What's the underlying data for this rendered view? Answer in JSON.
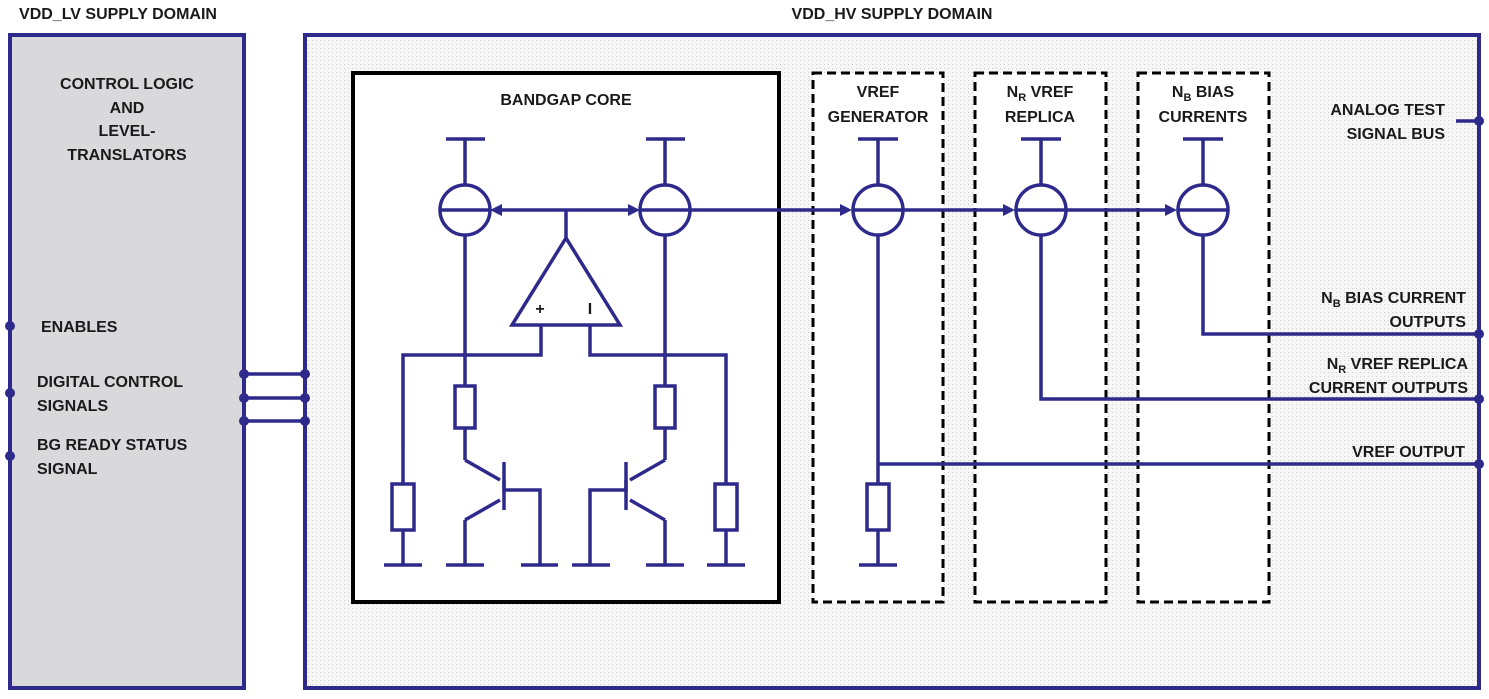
{
  "domains": {
    "lv_title": "VDD_LV SUPPLY DOMAIN",
    "hv_title": "VDD_HV SUPPLY DOMAIN"
  },
  "control": {
    "title_lines": [
      "CONTROL LOGIC",
      "AND",
      "LEVEL-",
      "TRANSLATORS"
    ],
    "enables": "ENABLES",
    "digital_lines": [
      "DIGITAL CONTROL",
      "SIGNALS"
    ],
    "bg_ready_lines": [
      "BG READY STATUS",
      "SIGNAL"
    ]
  },
  "blocks": {
    "bandgap": "BANDGAP CORE",
    "vref_gen": [
      "VREF",
      "GENERATOR"
    ],
    "nr_vref": {
      "sym": "N",
      "sub": "R",
      "rest": " VREF",
      "line2": "REPLICA"
    },
    "nb_bias": {
      "sym": "N",
      "sub": "B",
      "rest": " BIAS",
      "line2": "CURRENTS"
    }
  },
  "outputs": {
    "analog_test": [
      "ANALOG TEST",
      "SIGNAL BUS"
    ],
    "nb_bias_out": {
      "sym": "N",
      "sub": "B",
      "rest": " BIAS CURRENT",
      "line2": "OUTPUTS"
    },
    "nr_vref_out": {
      "sym": "N",
      "sub": "R",
      "rest": " VREF REPLICA",
      "line2": "CURRENT OUTPUTS"
    },
    "vref_out": "VREF OUTPUT"
  },
  "opamp": {
    "plus": "+",
    "minus": "I"
  },
  "colors": {
    "wire": "#2e2a8c",
    "lv_fill": "#d9d9dc",
    "hv_fill": "#f2f2f2",
    "text": "#1a1a1a"
  }
}
